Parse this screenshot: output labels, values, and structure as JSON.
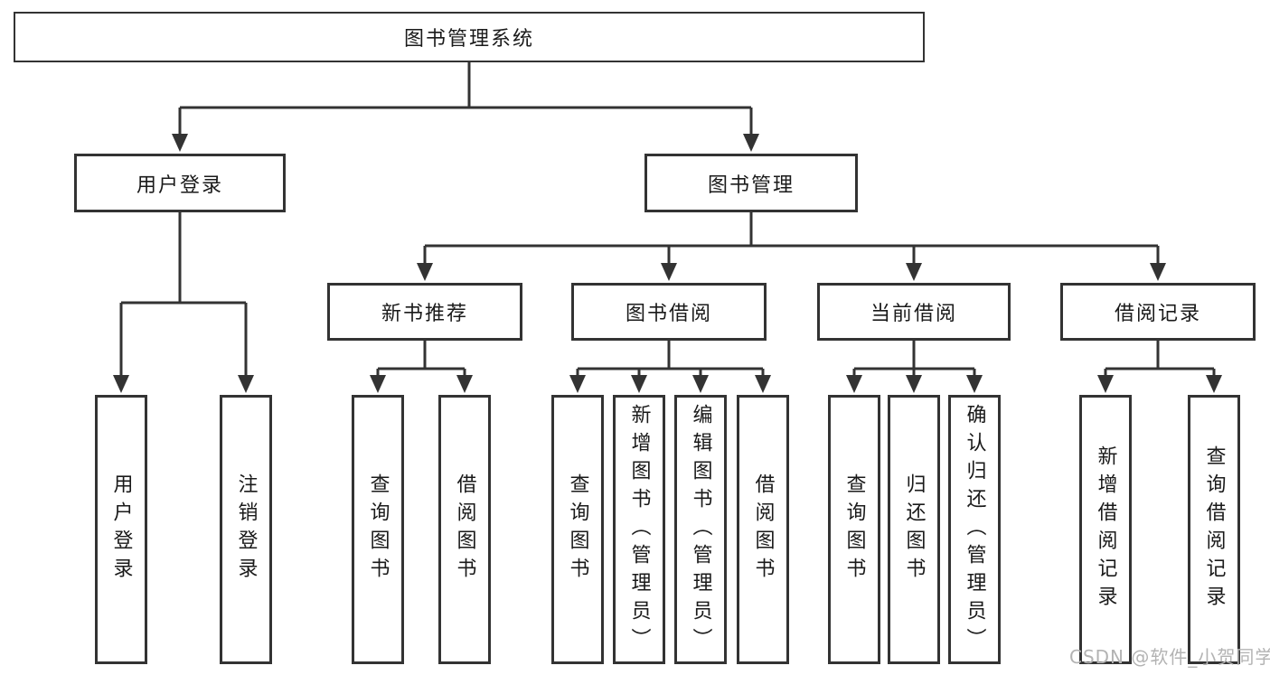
{
  "tree": {
    "root": {
      "label": "图书管理系统"
    },
    "children": [
      {
        "label": "用户登录",
        "children": [
          {
            "label": "用户登录"
          },
          {
            "label": "注销登录"
          }
        ]
      },
      {
        "label": "图书管理",
        "children": [
          {
            "label": "新书推荐",
            "children": [
              {
                "label": "查询图书"
              },
              {
                "label": "借阅图书"
              }
            ]
          },
          {
            "label": "图书借阅",
            "children": [
              {
                "label": "查询图书"
              },
              {
                "label": "新增图书（管理员）"
              },
              {
                "label": "编辑图书（管理员）"
              },
              {
                "label": "借阅图书"
              }
            ]
          },
          {
            "label": "当前借阅",
            "children": [
              {
                "label": "查询图书"
              },
              {
                "label": "归还图书"
              },
              {
                "label": "确认归还（管理员）"
              }
            ]
          },
          {
            "label": "借阅记录",
            "children": [
              {
                "label": "新增借阅记录"
              },
              {
                "label": "查询借阅记录"
              }
            ]
          }
        ]
      }
    ]
  },
  "watermark": {
    "text": "CSDN @软件_小贺同学"
  },
  "colors": {
    "line": "#333333",
    "box_border": "#333333",
    "box_background": "#ffffff",
    "text": "#1a1a1a",
    "watermark": "#b3b3b3"
  }
}
